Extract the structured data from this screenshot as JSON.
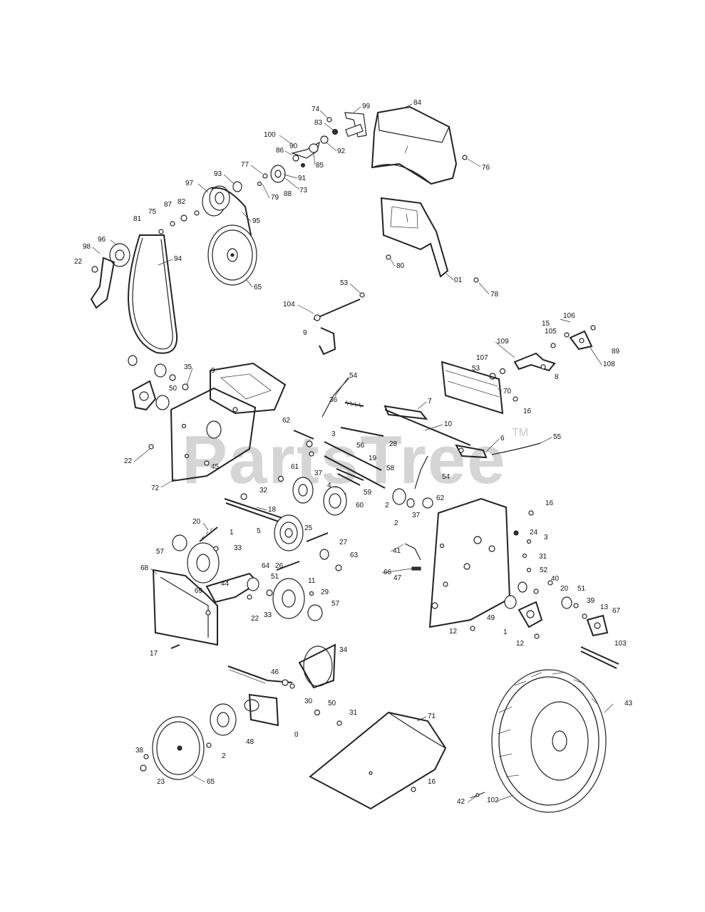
{
  "watermark": {
    "text": "PartsTree",
    "tm": "TM"
  },
  "callouts": [
    {
      "id": "c-74",
      "text": "74"
    },
    {
      "id": "c-99",
      "text": "99"
    },
    {
      "id": "c-84",
      "text": "84"
    },
    {
      "id": "c-83",
      "text": "83"
    },
    {
      "id": "c-100",
      "text": "100"
    },
    {
      "id": "c-92",
      "text": "92"
    },
    {
      "id": "c-86",
      "text": "86"
    },
    {
      "id": "c-90",
      "text": "90"
    },
    {
      "id": "c-85",
      "text": "85"
    },
    {
      "id": "c-76",
      "text": "76"
    },
    {
      "id": "c-77",
      "text": "77"
    },
    {
      "id": "c-91",
      "text": "91"
    },
    {
      "id": "c-73",
      "text": "73"
    },
    {
      "id": "c-88",
      "text": "88"
    },
    {
      "id": "c-79a",
      "text": "79"
    },
    {
      "id": "c-93",
      "text": "93"
    },
    {
      "id": "c-97",
      "text": "97"
    },
    {
      "id": "c-87",
      "text": "87"
    },
    {
      "id": "c-82",
      "text": "82"
    },
    {
      "id": "c-75",
      "text": "75"
    },
    {
      "id": "c-81",
      "text": "81"
    },
    {
      "id": "c-95",
      "text": "95"
    },
    {
      "id": "c-96",
      "text": "96"
    },
    {
      "id": "c-98",
      "text": "98"
    },
    {
      "id": "c-94",
      "text": "94"
    },
    {
      "id": "c-22a",
      "text": "22"
    },
    {
      "id": "c-65a",
      "text": "65"
    },
    {
      "id": "c-80",
      "text": "80"
    },
    {
      "id": "c-01",
      "text": "01"
    },
    {
      "id": "c-78",
      "text": "78"
    },
    {
      "id": "c-53a",
      "text": "53"
    },
    {
      "id": "c-104",
      "text": "104"
    },
    {
      "id": "c-9a",
      "text": "9"
    },
    {
      "id": "c-106",
      "text": "106"
    },
    {
      "id": "c-15",
      "text": "15"
    },
    {
      "id": "c-105",
      "text": "105"
    },
    {
      "id": "c-109",
      "text": "109"
    },
    {
      "id": "c-89",
      "text": "89"
    },
    {
      "id": "c-108",
      "text": "108"
    },
    {
      "id": "c-107",
      "text": "107"
    },
    {
      "id": "c-53b",
      "text": "53"
    },
    {
      "id": "c-8",
      "text": "8"
    },
    {
      "id": "c-70",
      "text": "70"
    },
    {
      "id": "c-16a",
      "text": "16"
    },
    {
      "id": "c-35",
      "text": "35"
    },
    {
      "id": "c-9b",
      "text": "9"
    },
    {
      "id": "c-50a",
      "text": "50"
    },
    {
      "id": "c-54a",
      "text": "54"
    },
    {
      "id": "c-36",
      "text": "36"
    },
    {
      "id": "c-7",
      "text": "7"
    },
    {
      "id": "c-10",
      "text": "10"
    },
    {
      "id": "c-22b",
      "text": "22"
    },
    {
      "id": "c-62a",
      "text": "62"
    },
    {
      "id": "c-3a",
      "text": "3"
    },
    {
      "id": "c-56",
      "text": "56"
    },
    {
      "id": "c-28",
      "text": "28"
    },
    {
      "id": "c-6",
      "text": "6"
    },
    {
      "id": "c-55",
      "text": "55"
    },
    {
      "id": "c-45",
      "text": "45"
    },
    {
      "id": "c-37a",
      "text": "37"
    },
    {
      "id": "c-19",
      "text": "19"
    },
    {
      "id": "c-58",
      "text": "58"
    },
    {
      "id": "c-54b",
      "text": "54"
    },
    {
      "id": "c-72",
      "text": "72"
    },
    {
      "id": "c-61",
      "text": "61"
    },
    {
      "id": "c-59",
      "text": "59"
    },
    {
      "id": "c-32",
      "text": "32"
    },
    {
      "id": "c-4",
      "text": "4"
    },
    {
      "id": "c-2a",
      "text": "2"
    },
    {
      "id": "c-62b",
      "text": "62"
    },
    {
      "id": "c-60",
      "text": "60"
    },
    {
      "id": "c-37b",
      "text": "37"
    },
    {
      "id": "c-16b",
      "text": "16"
    },
    {
      "id": "c-18",
      "text": "18"
    },
    {
      "id": "c-20a",
      "text": "20"
    },
    {
      "id": "c-1a",
      "text": "1"
    },
    {
      "id": "c-5",
      "text": "5"
    },
    {
      "id": "c-25",
      "text": "25"
    },
    {
      "id": "c-2b",
      "text": "2"
    },
    {
      "id": "c-24",
      "text": "24"
    },
    {
      "id": "c-3b",
      "text": "3"
    },
    {
      "id": "c-57a",
      "text": "57"
    },
    {
      "id": "c-33a",
      "text": "33"
    },
    {
      "id": "c-27",
      "text": "27"
    },
    {
      "id": "c-41",
      "text": "41"
    },
    {
      "id": "c-63",
      "text": "63"
    },
    {
      "id": "c-31a",
      "text": "31"
    },
    {
      "id": "c-68",
      "text": "68"
    },
    {
      "id": "c-64",
      "text": "64"
    },
    {
      "id": "c-26",
      "text": "26"
    },
    {
      "id": "c-66",
      "text": "66"
    },
    {
      "id": "c-47",
      "text": "47"
    },
    {
      "id": "c-52",
      "text": "52"
    },
    {
      "id": "c-40",
      "text": "40"
    },
    {
      "id": "c-44",
      "text": "44"
    },
    {
      "id": "c-51a",
      "text": "51"
    },
    {
      "id": "c-11",
      "text": "11"
    },
    {
      "id": "c-20b",
      "text": "20"
    },
    {
      "id": "c-51b",
      "text": "51"
    },
    {
      "id": "c-69",
      "text": "69"
    },
    {
      "id": "c-29",
      "text": "29"
    },
    {
      "id": "c-22c",
      "text": "22"
    },
    {
      "id": "c-33b",
      "text": "33"
    },
    {
      "id": "c-57b",
      "text": "57"
    },
    {
      "id": "c-39",
      "text": "39"
    },
    {
      "id": "c-13",
      "text": "13"
    },
    {
      "id": "c-67",
      "text": "67"
    },
    {
      "id": "c-49",
      "text": "49"
    },
    {
      "id": "c-12a",
      "text": "12"
    },
    {
      "id": "c-1b",
      "text": "1"
    },
    {
      "id": "c-12b",
      "text": "12"
    },
    {
      "id": "c-103",
      "text": "103"
    },
    {
      "id": "c-17",
      "text": "17"
    },
    {
      "id": "c-34",
      "text": "34"
    },
    {
      "id": "c-46",
      "text": "46"
    },
    {
      "id": "c-30",
      "text": "30"
    },
    {
      "id": "c-43",
      "text": "43"
    },
    {
      "id": "c-50b",
      "text": "50"
    },
    {
      "id": "c-31b",
      "text": "31"
    },
    {
      "id": "c-71",
      "text": "71"
    },
    {
      "id": "c-0",
      "text": "0"
    },
    {
      "id": "c-48",
      "text": "48"
    },
    {
      "id": "c-2c",
      "text": "2"
    },
    {
      "id": "c-38",
      "text": "38"
    },
    {
      "id": "c-23",
      "text": "23"
    },
    {
      "id": "c-65b",
      "text": "65"
    },
    {
      "id": "c-16c",
      "text": "16"
    },
    {
      "id": "c-42",
      "text": "42"
    },
    {
      "id": "c-102",
      "text": "102"
    }
  ]
}
